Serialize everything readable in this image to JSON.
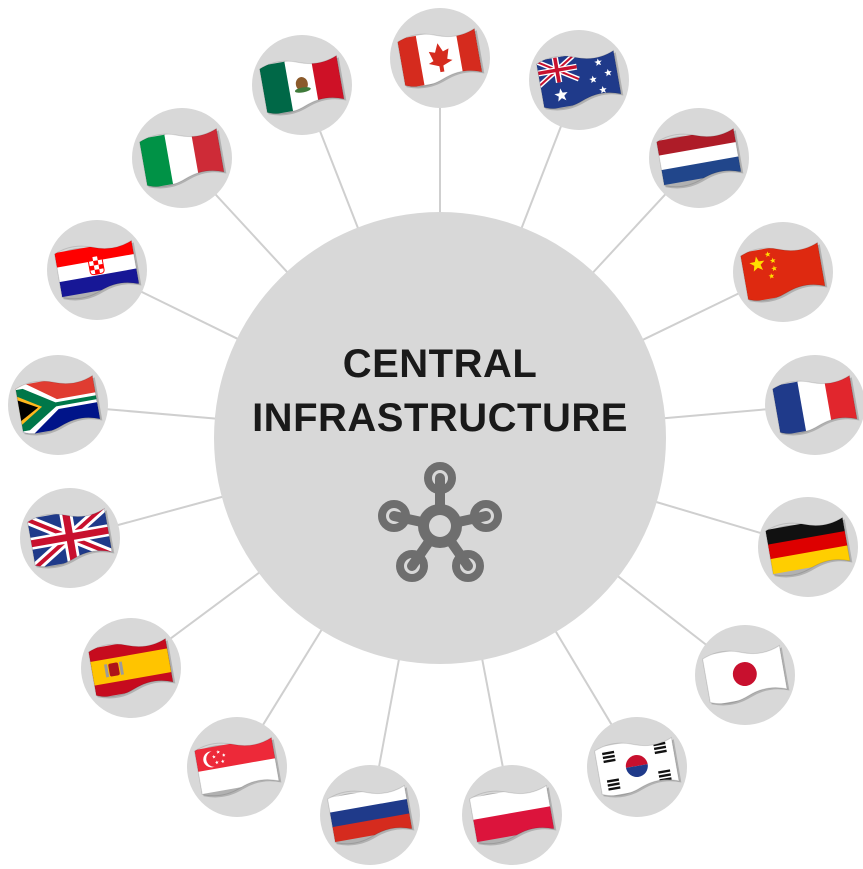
{
  "center": {
    "title_line1": "CENTRAL",
    "title_line2": "INFRASTRUCTURE",
    "icon": "network-hub-icon"
  },
  "colors": {
    "hub_fill": "#d8d8d8",
    "node_fill": "#d8d8d8",
    "connector": "#cfcfcf",
    "icon": "#6e6e6e",
    "title": "#1a1a1a"
  },
  "flags": [
    {
      "country": "canada",
      "icon": "canada-flag-icon"
    },
    {
      "country": "australia",
      "icon": "australia-flag-icon"
    },
    {
      "country": "netherlands",
      "icon": "netherlands-flag-icon"
    },
    {
      "country": "china",
      "icon": "china-flag-icon"
    },
    {
      "country": "france",
      "icon": "france-flag-icon"
    },
    {
      "country": "germany",
      "icon": "germany-flag-icon"
    },
    {
      "country": "japan",
      "icon": "japan-flag-icon"
    },
    {
      "country": "south-korea",
      "icon": "south-korea-flag-icon"
    },
    {
      "country": "poland",
      "icon": "poland-flag-icon"
    },
    {
      "country": "russia",
      "icon": "russia-flag-icon"
    },
    {
      "country": "singapore",
      "icon": "singapore-flag-icon"
    },
    {
      "country": "spain",
      "icon": "spain-flag-icon"
    },
    {
      "country": "united-kingdom",
      "icon": "united-kingdom-flag-icon"
    },
    {
      "country": "south-africa",
      "icon": "south-africa-flag-icon"
    },
    {
      "country": "croatia",
      "icon": "croatia-flag-icon"
    },
    {
      "country": "italy",
      "icon": "italy-flag-icon"
    },
    {
      "country": "mexico",
      "icon": "mexico-flag-icon"
    }
  ]
}
